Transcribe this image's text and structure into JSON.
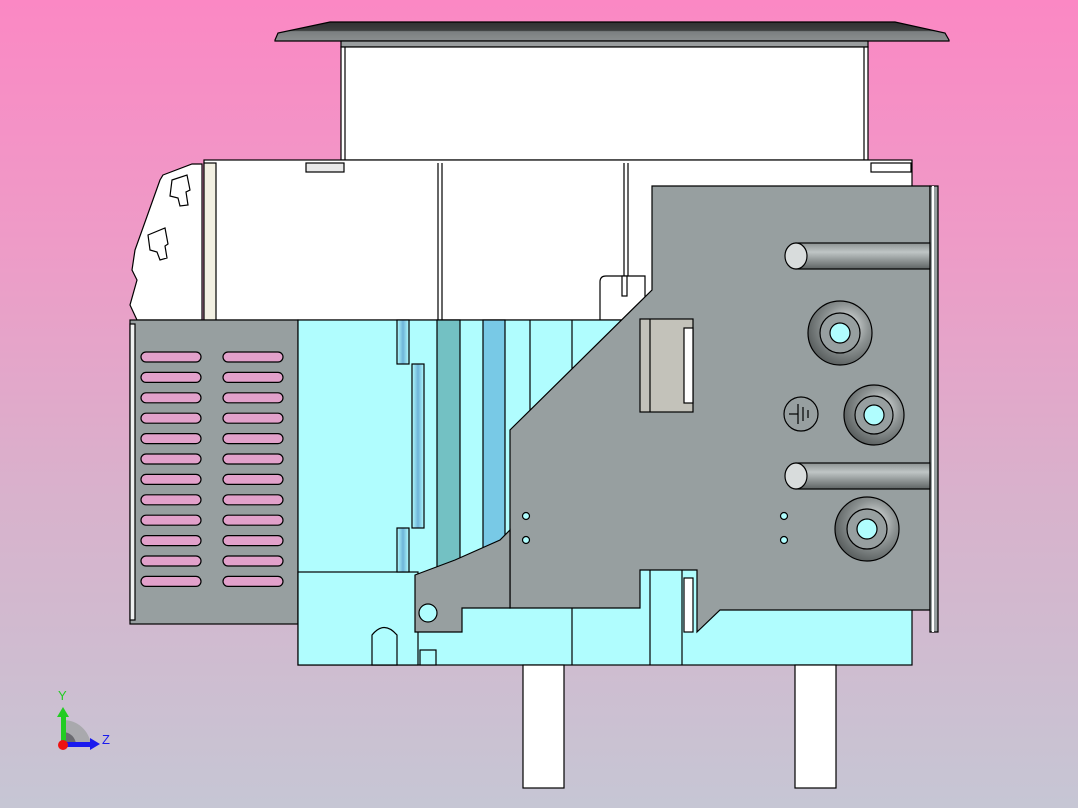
{
  "viewport": {
    "type": "CAD 3D model view",
    "view_orientation": "side view (Y up, Z right)",
    "background_top": "#fb88c4",
    "background_bottom": "#c6c6d4"
  },
  "triad": {
    "y_label": "Y",
    "z_label": "Z",
    "y_color": "#22cc22",
    "z_color": "#1a1aee",
    "x_color": "#ee1111"
  },
  "colors": {
    "plate_gray": "#979fa0",
    "body_cyan": "#b0fdfe",
    "dark_cyan": "#73c1c3",
    "blue_strip": "#78c9e6",
    "white_part": "#ffffff",
    "cover_dark": "#3c3e3f",
    "slot_pink": "#e2a1cb"
  },
  "model": {
    "vent_slot_rows": 12,
    "vent_slot_cols": 2,
    "earth_symbol": "protective-earth",
    "terminals": 3,
    "rods": 2,
    "legs": 2
  }
}
